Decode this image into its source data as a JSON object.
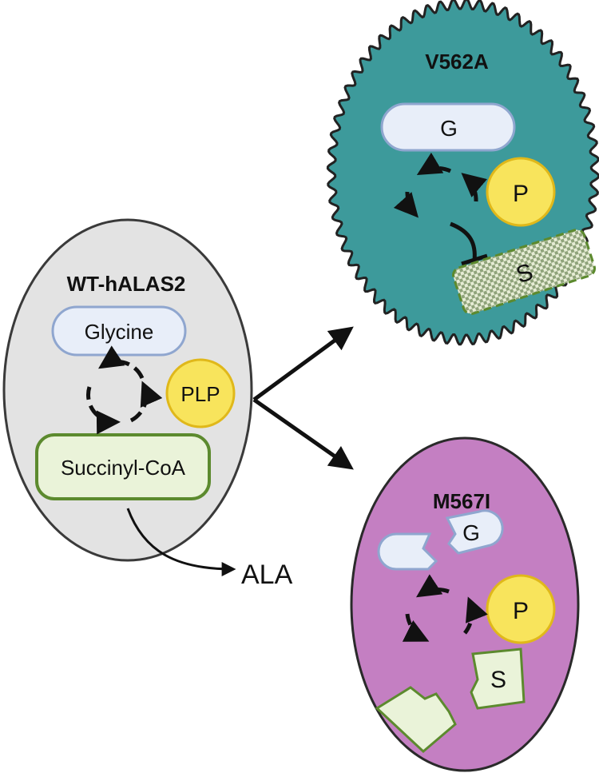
{
  "wildtype": {
    "title": "WT-hALAS2",
    "glycine": "Glycine",
    "plp": "PLP",
    "succinyl": "Succinyl-CoA",
    "product": "ALA"
  },
  "mutant_v562a": {
    "title": "V562A",
    "glycine": "G",
    "plp": "P",
    "succinyl": "S"
  },
  "mutant_m567i": {
    "title": "M567I",
    "glycine": "G",
    "plp": "P",
    "succinyl": "S"
  },
  "colors": {
    "wt_fill": "#e3e3e3",
    "v562a_fill": "#3d9a9b",
    "m567i_fill": "#c47fc2",
    "glycine_fill": "#e8eef9",
    "glycine_stroke": "#8fa6cf",
    "plp_fill": "#f8e45c",
    "plp_stroke": "#e0b81a",
    "succinyl_fill": "#eaf3d9",
    "succinyl_stroke": "#5c8a2e"
  }
}
